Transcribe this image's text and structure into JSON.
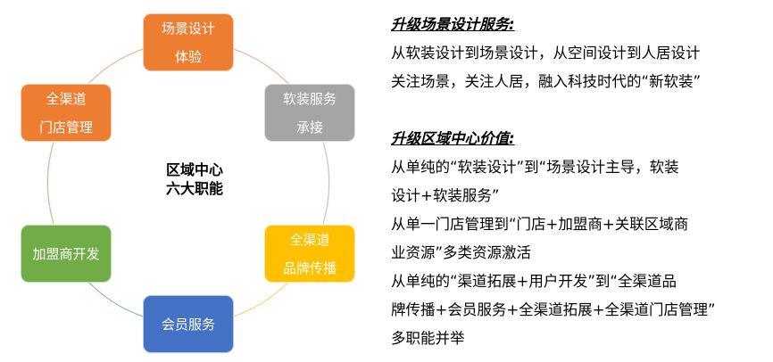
{
  "diagram": {
    "center": [
      "区域中心",
      "六大职能"
    ],
    "nodes": [
      {
        "lines": [
          "场景设计",
          "体验"
        ],
        "color": "#ED7D31"
      },
      {
        "lines": [
          "软装服务",
          "承接"
        ],
        "color": "#A5A5A5"
      },
      {
        "lines": [
          "全渠道",
          "品牌传播"
        ],
        "color": "#FFC000"
      },
      {
        "lines": [
          "会员服务"
        ],
        "color": "#4472C4"
      },
      {
        "lines": [
          "加盟商开发"
        ],
        "color": "#70AD47"
      },
      {
        "lines": [
          "全渠道",
          "门店管理"
        ],
        "color": "#ED7D31"
      }
    ]
  },
  "text": {
    "h1": "升级场景设计服务:",
    "p1": [
      "从软装设计到场景设计，从空间设计到人居设计",
      "关注场景，关注人居，融入科技时代的“新软装”"
    ],
    "h2": "升级区域中心价值: ",
    "p2": [
      "从单纯的“软装设计”到“场景设计主导，软装",
      "设计+软装服务”",
      "从单一门店管理到“门店+加盟商+关联区域商",
      "业资源”多类资源激活",
      "从单纯的“渠道拓展+用户开发”到“全渠道品",
      "牌传播+会员服务+全渠道拓展+全渠道门店管理”",
      "多职能并举"
    ]
  }
}
